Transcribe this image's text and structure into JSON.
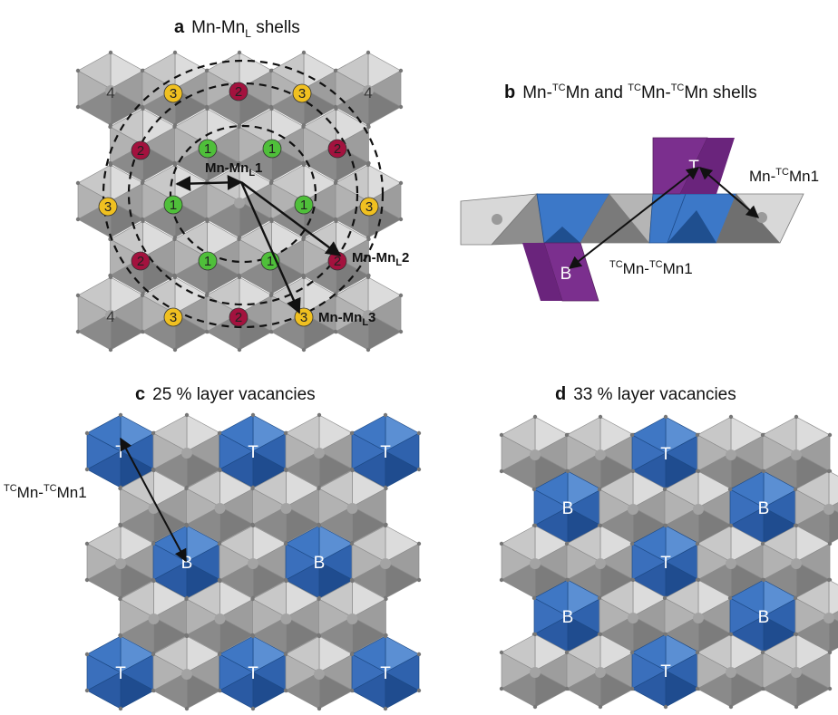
{
  "panel_a": {
    "letter": "a",
    "title_main": "Mn-Mn",
    "title_sub": "L",
    "title_tail": " shells",
    "corner_label": "4",
    "marker_labels": {
      "shell1": "1",
      "shell2": "2",
      "shell3": "3"
    },
    "label1": {
      "main": "Mn-Mn",
      "sub": "L",
      "num": "1"
    },
    "label2": {
      "main": "Mn-Mn",
      "sub": "L",
      "num": "2"
    },
    "label3": {
      "main": "Mn-Mn",
      "sub": "L",
      "num": "3"
    },
    "colors": {
      "shell1": "#4fbf3a",
      "shell2": "#a3123e",
      "shell3": "#f0c020"
    }
  },
  "panel_b": {
    "letter": "b",
    "title_p1": "Mn-",
    "title_sup1": "TC",
    "title_p2": "Mn and ",
    "title_sup2": "TC",
    "title_p3": "Mn-",
    "title_sup3": "TC",
    "title_p4": "Mn shells",
    "top_label": "T",
    "bottom_label": "B",
    "right_label": {
      "p1": "Mn-",
      "sup": "TC",
      "p2": "Mn1"
    },
    "bottom_caption": {
      "sup1": "TC",
      "p1": "Mn-",
      "sup2": "TC",
      "p2": "Mn1"
    },
    "colors": {
      "vacancy_site": "#7b2f8e",
      "layer_blue": "#2f6fc0"
    }
  },
  "panel_c": {
    "letter": "c",
    "title": "25 % layer vacancies",
    "side_label": {
      "sup1": "TC",
      "p1": "Mn-",
      "sup2": "TC",
      "p2": "Mn1"
    },
    "top_label": "T",
    "bottom_label": "B"
  },
  "panel_d": {
    "letter": "d",
    "title": "33 % layer vacancies",
    "top_label": "T",
    "bottom_label": "B"
  },
  "colors": {
    "octahedron_grey": "#a9a9a9",
    "octahedron_blue": "#2f6fc0"
  }
}
